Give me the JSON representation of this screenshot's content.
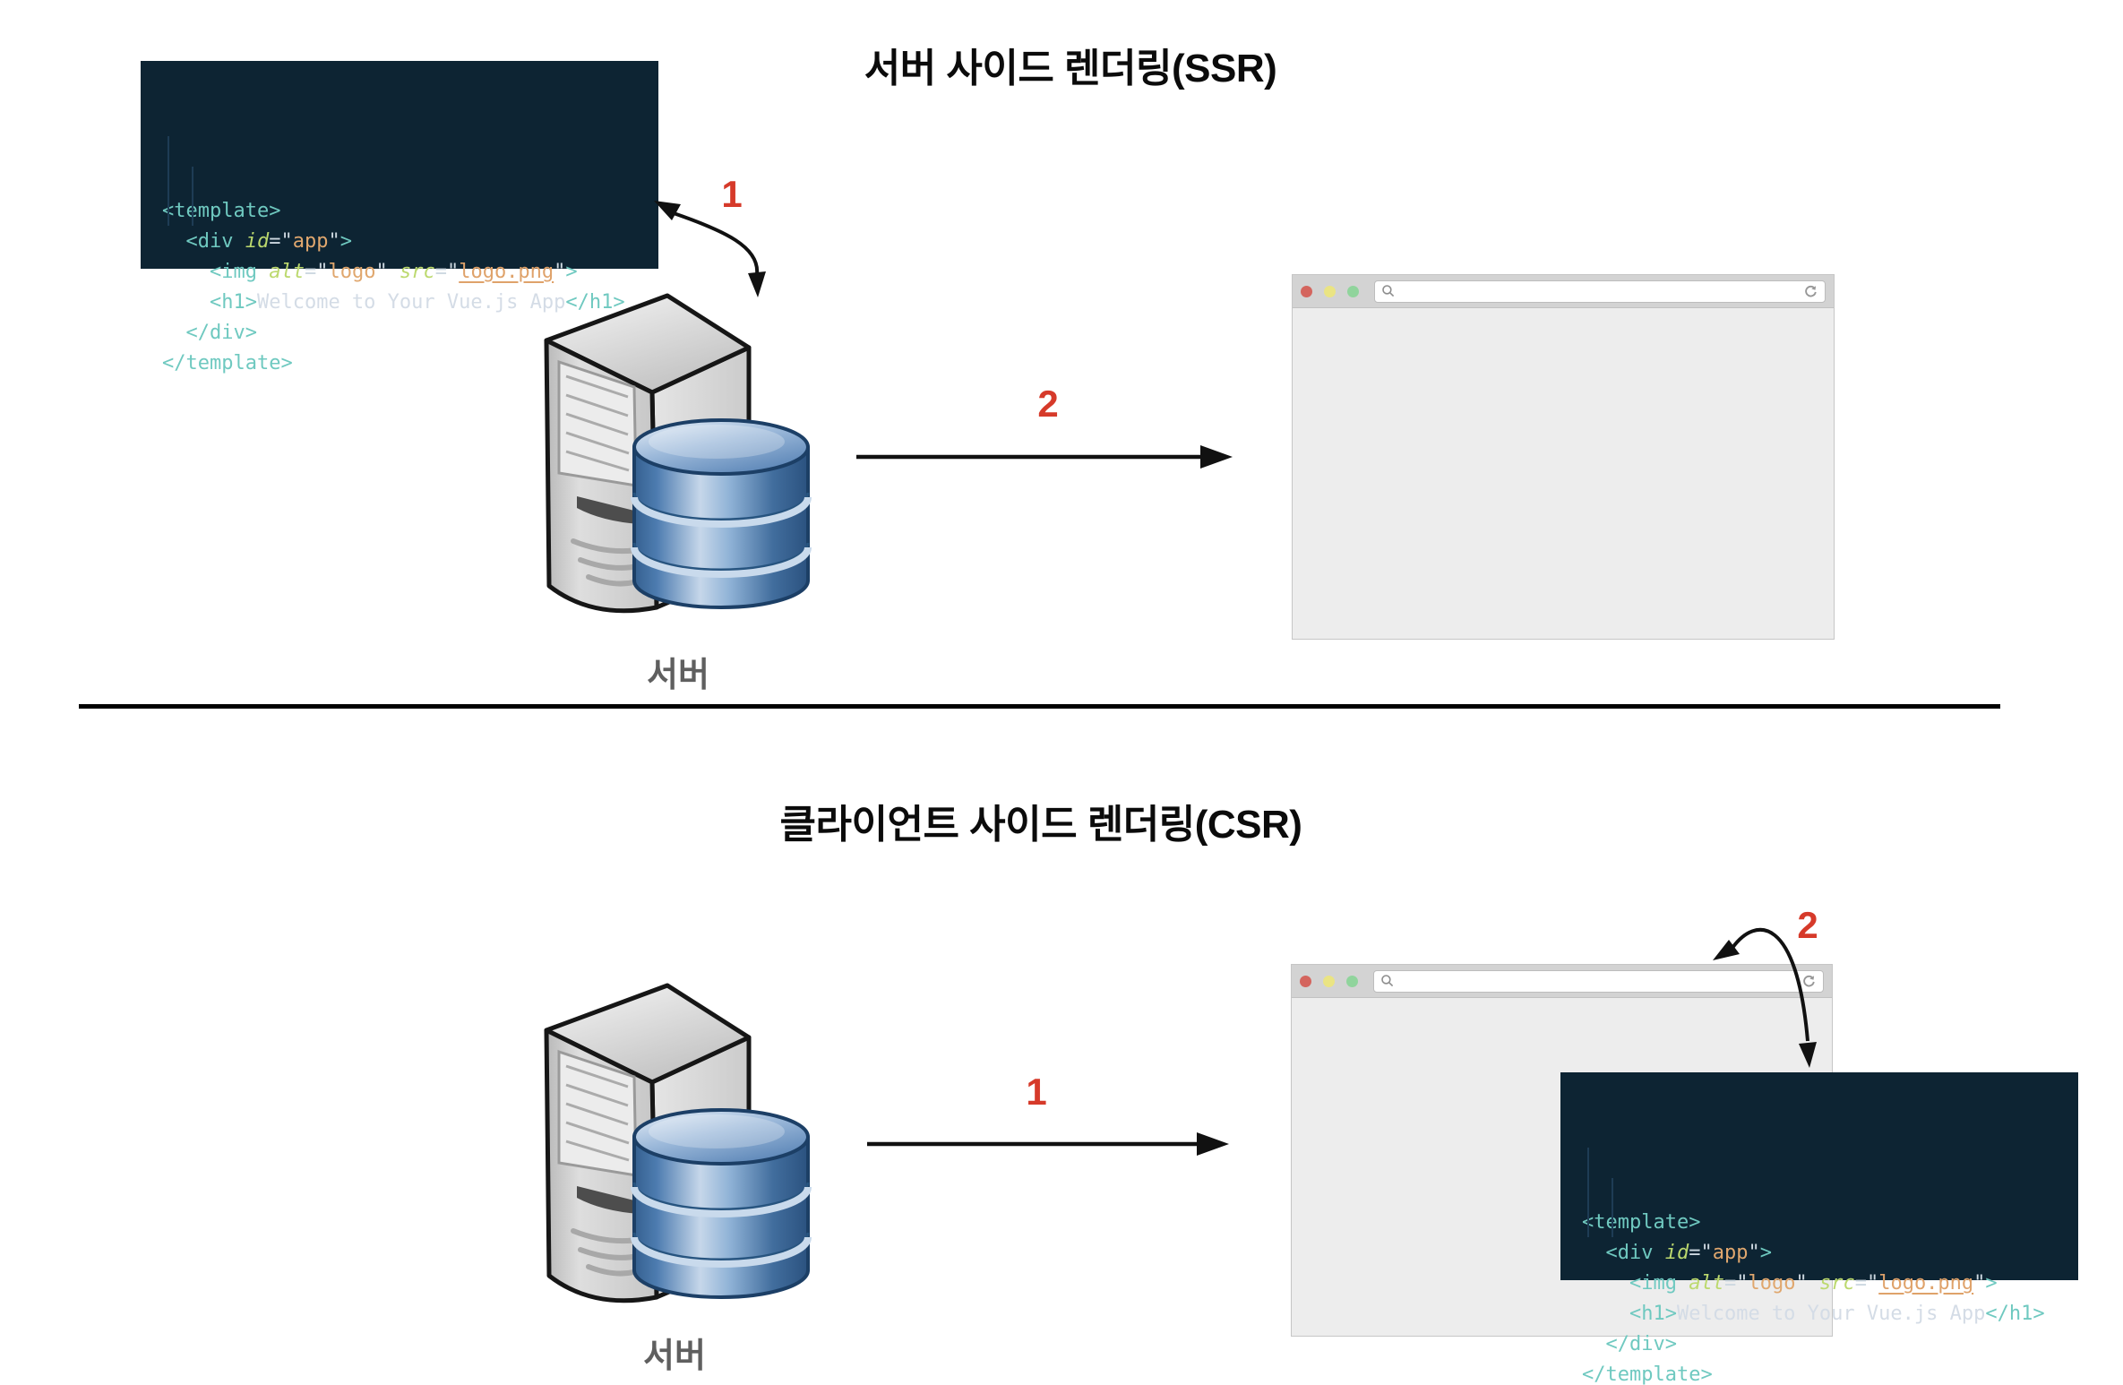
{
  "ssr": {
    "title": "서버 사이드 렌더링(SSR)",
    "step1_label": "1",
    "step2_label": "2",
    "server_label": "서버"
  },
  "csr": {
    "title": "클라이언트 사이드 렌더링(CSR)",
    "step1_label": "1",
    "step2_label": "2",
    "server_label": "서버"
  },
  "code_block": {
    "lines": [
      [
        {
          "c": "tag",
          "t": "<template>"
        }
      ],
      [
        {
          "c": "tag",
          "t": "  <div "
        },
        {
          "c": "attr",
          "t": "id"
        },
        {
          "c": "punct",
          "t": "=\""
        },
        {
          "c": "str",
          "t": "app"
        },
        {
          "c": "punct",
          "t": "\""
        },
        {
          "c": "tag",
          "t": ">"
        }
      ],
      [
        {
          "c": "tag",
          "t": "    <img "
        },
        {
          "c": "attr",
          "t": "alt"
        },
        {
          "c": "punct",
          "t": "=\""
        },
        {
          "c": "str",
          "t": "logo"
        },
        {
          "c": "punct",
          "t": "\" "
        },
        {
          "c": "attr",
          "t": "src"
        },
        {
          "c": "punct",
          "t": "=\""
        },
        {
          "c": "strlink",
          "t": "logo.png"
        },
        {
          "c": "punct",
          "t": "\""
        },
        {
          "c": "tag",
          "t": ">"
        }
      ],
      [
        {
          "c": "tag",
          "t": "    <h1>"
        },
        {
          "c": "text",
          "t": "Welcome to Your Vue.js App"
        },
        {
          "c": "tag",
          "t": "</h1>"
        }
      ],
      [
        {
          "c": "tag",
          "t": "  </div>"
        }
      ],
      [
        {
          "c": "tag",
          "t": "</template>"
        }
      ]
    ]
  },
  "browser": {
    "url_value": "",
    "icons": [
      "traffic-red-icon",
      "traffic-yellow-icon",
      "traffic-green-icon",
      "search-icon",
      "refresh-icon"
    ]
  },
  "colors": {
    "accent_red": "#d63a2a",
    "code_background": "#0d2433",
    "code_tag": "#6fc9c0",
    "code_attr": "#bcd96e",
    "code_string": "#e0a76e",
    "code_text": "#d4dce6",
    "browser_bar": "#d3d3d3",
    "browser_body": "#ededed",
    "dot_red": "#d4655e",
    "dot_yellow": "#eae483",
    "dot_green": "#90d49c",
    "database_blue": "#4a7aad",
    "server_gray": "#d5d5d5",
    "label_gray": "#5f5f5f"
  }
}
